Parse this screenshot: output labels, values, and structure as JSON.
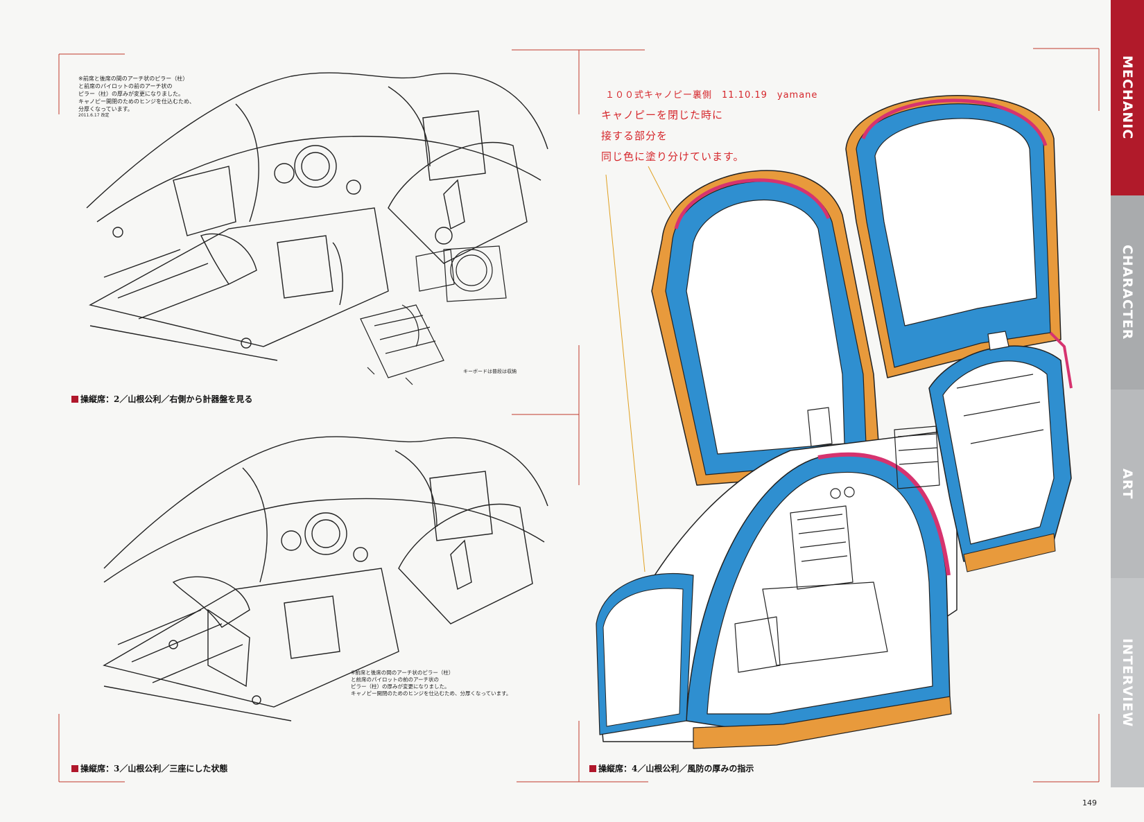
{
  "notes": {
    "top_left": {
      "lines": [
        "※前席と後席の間のアーチ状のピラー（柱）",
        "と前席のパイロットの前のアーチ状の",
        "ピラー（柱）の厚みが変更になりました。",
        "キャノピー開閉のためのヒンジを仕込むため、",
        "分厚くなっています。"
      ],
      "date": "2011.6.17 改定"
    },
    "keyboard": "キーボードは普段は収納",
    "middle": {
      "lines": [
        "※前席と後席の間のアーチ状のピラー（柱）",
        "と前席のパイロットの前のアーチ状の",
        "ピラー（柱）の厚みが変更になりました。",
        "キャノピー開閉のためのヒンジを仕込むため、分厚くなっています。"
      ]
    }
  },
  "captions": {
    "fig2": "操縦席：2／山根公利／右側から計器盤を見る",
    "fig3": "操縦席：3／山根公利／三座にした状態",
    "fig4": "操縦席：4／山根公利／風防の厚みの指示"
  },
  "handwritten": {
    "line1": "１００式キャノピー裏側　11.10.19　yamane",
    "line2": "キャノピーを閉じた時に",
    "line3": "接する部分を",
    "line4": "同じ色に塗り分けています。"
  },
  "tabs": [
    "MECHANIC",
    "CHARACTER",
    "ART",
    "INTERVIEW"
  ],
  "page_number": "149",
  "colors": {
    "tab_active": "#b11a2a",
    "canopy_blue": "#2f8fd0",
    "canopy_pink": "#d6336f",
    "canopy_orange": "#e89a3c",
    "caption_marker": "#b0172b"
  }
}
